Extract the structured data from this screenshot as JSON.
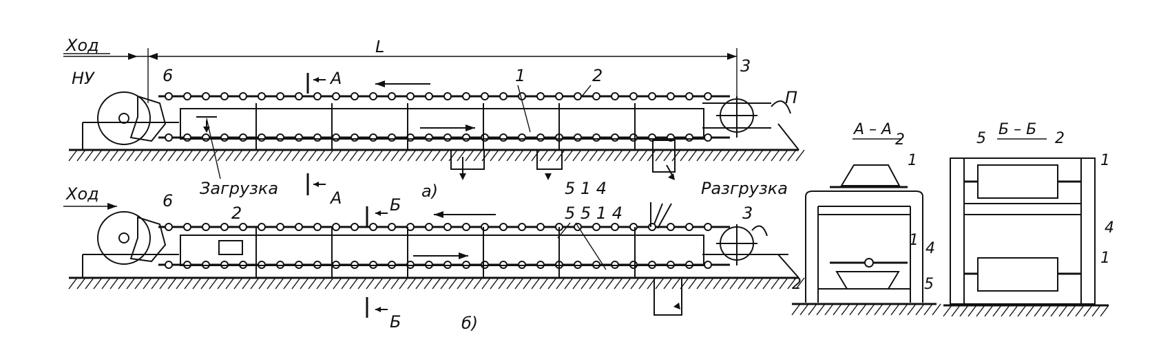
{
  "labels": {
    "hod": "Ход",
    "L": "L",
    "NU": "НУ",
    "pos6": "6",
    "pos1": "1",
    "pos2": "2",
    "pos3": "3",
    "pos4": "4",
    "pos5": "5",
    "P": "П",
    "sectionA": "А",
    "sectionB": "Б",
    "loading": "Загрузка",
    "unloading": "Разгрузка",
    "view_a": "а)",
    "view_b": "б)",
    "section_AA": "А – А",
    "section_BB": "Б – Б"
  },
  "top_row_numbers": "5  5  1  4",
  "top_row_numbers_mid": "5 1 4",
  "colors": {
    "ink": "#111111",
    "paper": "#ffffff"
  }
}
